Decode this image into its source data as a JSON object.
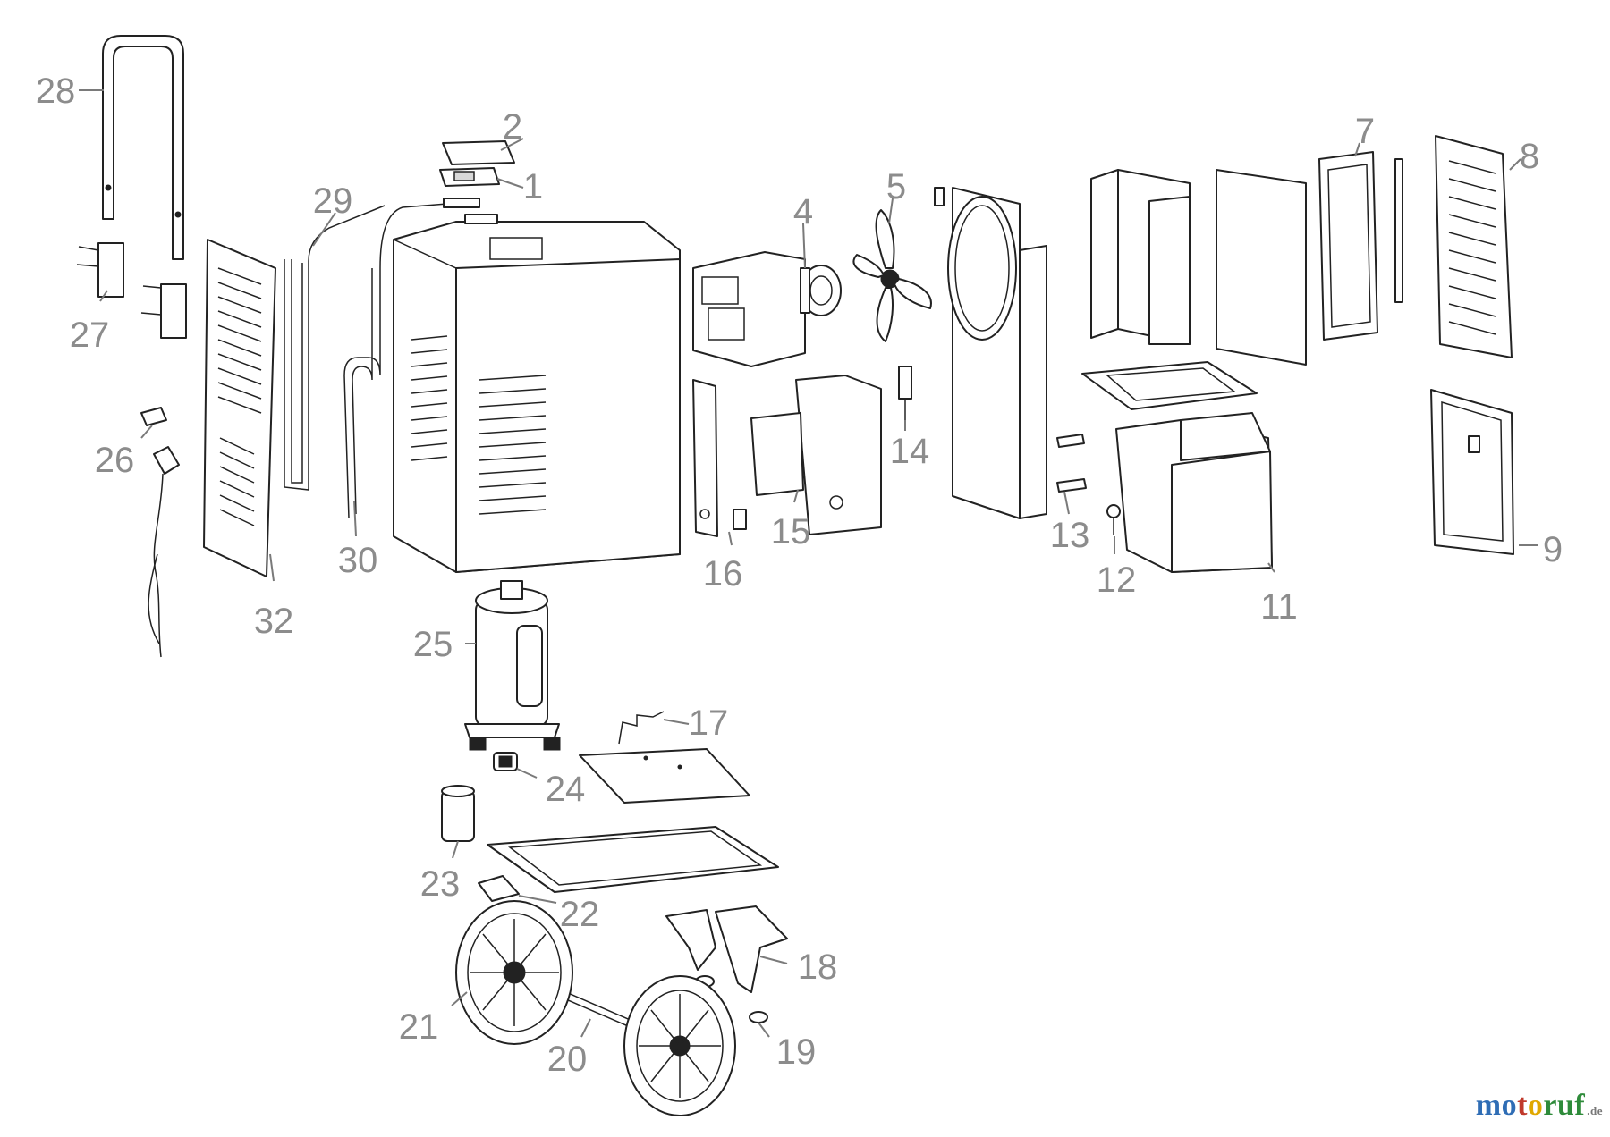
{
  "diagram": {
    "callouts": [
      "1",
      "2",
      "4",
      "5",
      "7",
      "8",
      "9",
      "11",
      "12",
      "13",
      "14",
      "15",
      "16",
      "17",
      "18",
      "19",
      "20",
      "21",
      "22",
      "23",
      "24",
      "25",
      "26",
      "27",
      "28",
      "29",
      "30",
      "32"
    ]
  },
  "watermark": {
    "parts": [
      "mo",
      "t",
      "o",
      "ruf"
    ],
    "suffix": ".de"
  }
}
